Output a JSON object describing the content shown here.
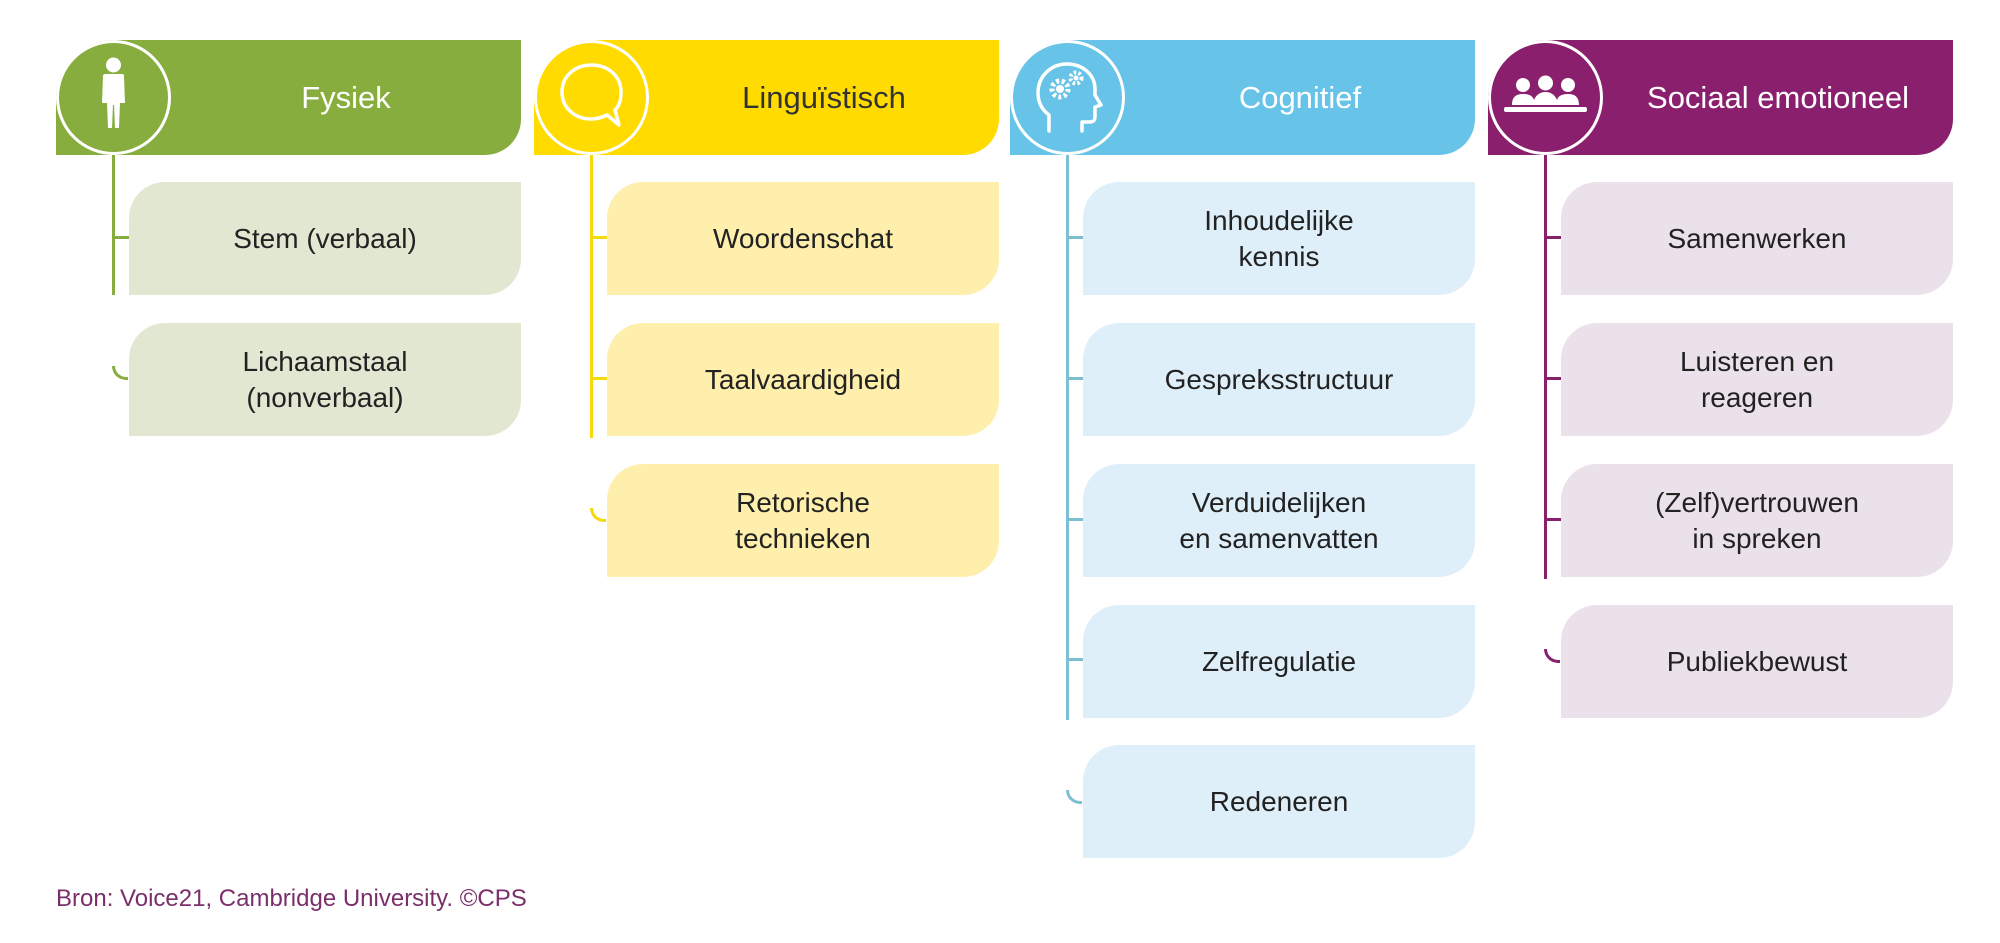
{
  "columns": [
    {
      "key": "fysiek",
      "title": "Fysiek",
      "icon": "person-icon",
      "color": "#86ad3e",
      "item_bg": "#e2e7d1",
      "items": [
        "Stem (verbaal)",
        "Lichaamstaal\n(nonverbaal)"
      ]
    },
    {
      "key": "linguistisch",
      "title": "Linguïstisch",
      "icon": "speech-bubble-icon",
      "color": "#ffdb00",
      "item_bg": "#feefad",
      "items": [
        "Woordenschat",
        "Taalvaardigheid",
        "Retorische\ntechnieken"
      ]
    },
    {
      "key": "cognitief",
      "title": "Cognitief",
      "icon": "head-gears-icon",
      "color": "#68c3e8",
      "item_bg": "#dfeffa",
      "items": [
        "Inhoudelijke\nkennis",
        "Gespreksstructuur",
        "Verduidelijken\nen samenvatten",
        "Zelfregulatie",
        "Redeneren"
      ]
    },
    {
      "key": "sociaal",
      "title": "Sociaal emotioneel",
      "icon": "group-people-icon",
      "color": "#8a1f6e",
      "item_bg": "#ebe1ea",
      "items": [
        "Samenwerken",
        "Luisteren en\nreageren",
        "(Zelf)vertrouwen\nin spreken",
        "Publiekbewust"
      ]
    }
  ],
  "source": "Bron: Voice21, Cambridge University. ©CPS"
}
